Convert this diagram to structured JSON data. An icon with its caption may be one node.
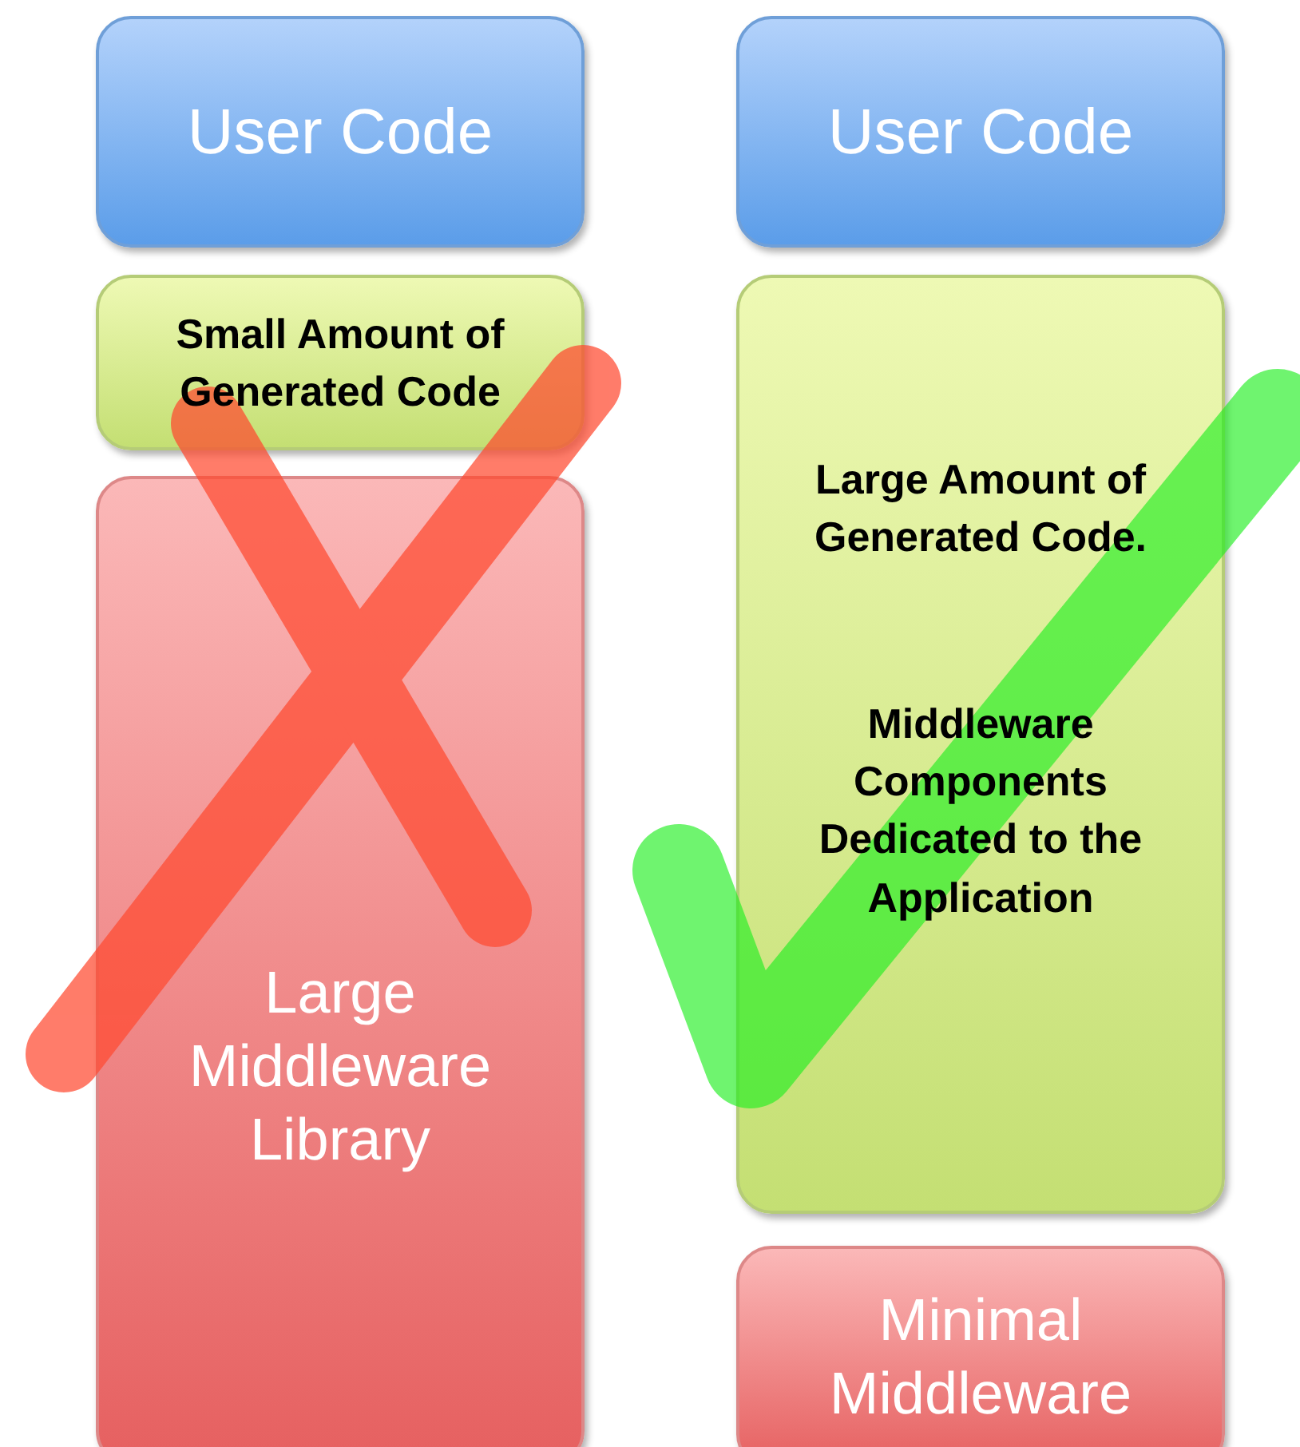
{
  "diagram": {
    "nodes": [
      {
        "text": [
          "User Code"
        ]
      },
      {
        "text": [
          "Small Amount of Generated Code"
        ]
      },
      {
        "text": [
          "Large Middleware Library"
        ]
      },
      {
        "text": [
          "User Code"
        ]
      },
      {
        "text": [
          "Large Amount of Generated Code.",
          "Middleware Components Dedicated to the Application"
        ]
      },
      {
        "text": [
          "Minimal Middleware"
        ]
      }
    ]
  }
}
